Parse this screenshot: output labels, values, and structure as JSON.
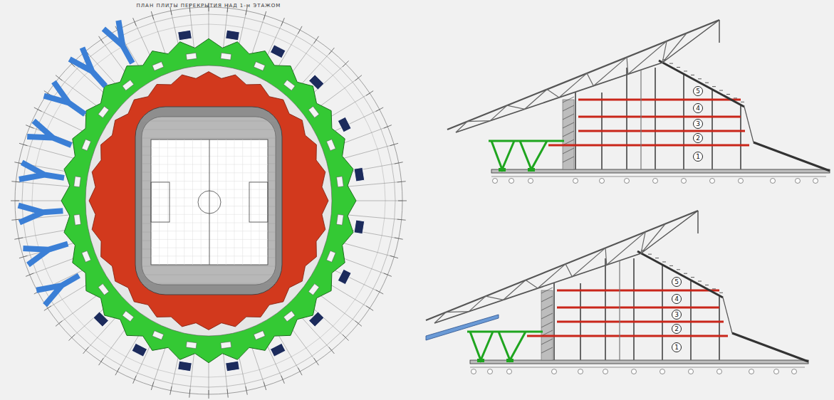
{
  "diagram": {
    "nodes": [
      {
        "text": [
          "5"
        ]
      },
      {
        "text": [
          "4"
        ]
      },
      {
        "text": [
          "3"
        ]
      },
      {
        "text": [
          "2"
        ]
      },
      {
        "text": [
          "1"
        ]
      },
      {
        "text": [
          "5"
        ]
      },
      {
        "text": [
          "4"
        ]
      },
      {
        "text": [
          "3"
        ]
      },
      {
        "text": [
          "2"
        ]
      },
      {
        "text": [
          "1"
        ]
      }
    ],
    "labels": [
      "ПЛАН ПЛИТЫ ПЕРЕКРЫТИЯ НАД 1-м ЭТАЖОМ"
    ]
  }
}
